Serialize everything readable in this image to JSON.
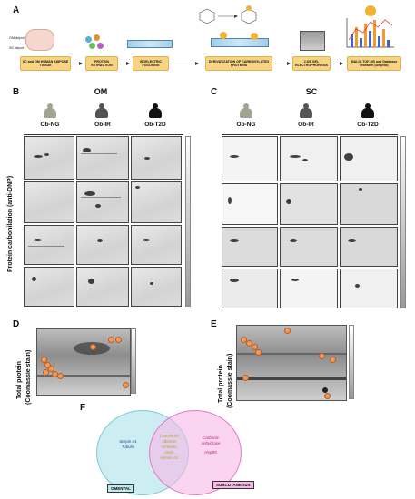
{
  "panel_letters": {
    "A": "A",
    "B": "B",
    "C": "C",
    "D": "D",
    "E": "E",
    "F": "F"
  },
  "workflow": {
    "depot_labels": {
      "om": "OM depot",
      "sc": "SC depot"
    },
    "steps": [
      "SC and OM HUMAN ADIPOSE TISSUE",
      "PROTEIN EXTRACTION",
      "ISOELECTRIC FOCUSING",
      "DERIVATIZATION OF CARBONYLATED PROTEINS",
      "2-DE GEL ELECTROPHORESIS",
      "MALDI-TOF-MS and Database research (Uniprot)"
    ]
  },
  "panel_b": {
    "group": "OM",
    "columns": [
      "Ob-NG",
      "Ob-IR",
      "Ob-T2D"
    ],
    "y_label": "Protein carbonilation (anti-DNP)"
  },
  "panel_c": {
    "group": "SC",
    "columns": [
      "Ob-NG",
      "Ob-IR",
      "Ob-T2D"
    ]
  },
  "panel_d": {
    "y_label_1": "Total protein",
    "y_label_2": "(Coomassie stain)"
  },
  "panel_e": {
    "y_label_1": "Total protein",
    "y_label_2": "(Coomassie stain)"
  },
  "venn": {
    "left_items": [
      "Serpin A1",
      "Tubulin"
    ],
    "shared_items": [
      "Transferrin",
      "Albumin",
      "Vimentin",
      "Actin",
      "Anexin A2"
    ],
    "right_items": [
      "Carbonic",
      "anhydrase",
      "HspB5"
    ],
    "left_label": "OMENTAL",
    "right_label": "SUBCUTANEOUS"
  },
  "colors": {
    "step_box": "#f7d483",
    "omental": "#bfe8ef",
    "subcutaneous": "#f7b8e6",
    "dot": "#f29a5c"
  }
}
